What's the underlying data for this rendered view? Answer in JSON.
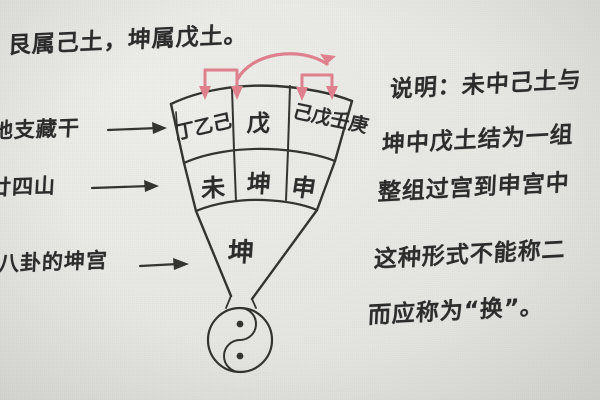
{
  "note": {
    "headline": "艮属己土，坤属戊土。",
    "paper_color": "#e9e9e5",
    "ink_color": "#2b2b2b",
    "accent_color": "#e1808e"
  },
  "left_labels": [
    {
      "text": "地支藏干",
      "arrow": "→",
      "points_to": "hidden-stems-row"
    },
    {
      "text": "廿四山",
      "arrow": "→",
      "points_to": "mountains-row"
    },
    {
      "text": "八卦的坤宫",
      "arrow": "→",
      "points_to": "kun-palace-row"
    }
  ],
  "fan": {
    "rows": [
      {
        "id": "hidden-stems-row",
        "name": "地支藏干",
        "cells": [
          {
            "id": "cell-wei-stems",
            "text": "丁乙己"
          },
          {
            "id": "cell-kun-stems",
            "text": "戊"
          },
          {
            "id": "cell-shen-stems",
            "text": "己戊壬庚"
          }
        ]
      },
      {
        "id": "mountains-row",
        "name": "廿四山",
        "cells": [
          {
            "id": "cell-wei",
            "text": "未"
          },
          {
            "id": "cell-kun",
            "text": "坤"
          },
          {
            "id": "cell-shen",
            "text": "申"
          }
        ]
      },
      {
        "id": "kun-palace-row",
        "name": "八卦的坤宫",
        "cells": [
          {
            "id": "cell-kun-palace",
            "text": "坤"
          }
        ]
      }
    ],
    "apex_symbol": "taiji"
  },
  "red_arrows": {
    "count": 4,
    "description": "一条大弧线自左向右，配合向下的括号形箭头",
    "color": "#e1808e"
  },
  "right_text": {
    "lines": [
      "说明：未中己土与",
      "坤中戊土结为一组",
      "整组过宫到申宫中",
      "这种形式不能称二",
      "而应称为“换”。"
    ]
  }
}
